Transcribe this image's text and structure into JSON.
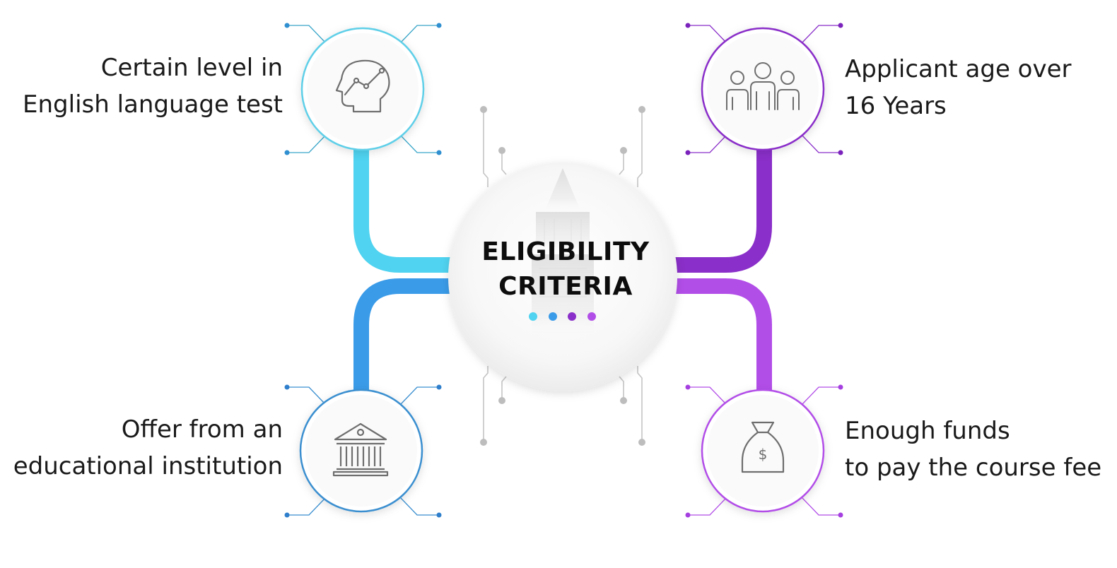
{
  "center": {
    "title_line1": "ELIGIBILITY",
    "title_line2": "CRITERIA"
  },
  "criteria": [
    {
      "line1": "Certain level in",
      "line2": "English language test",
      "icon": "head-chart-icon",
      "color": "#4fd3f0"
    },
    {
      "line1": "Applicant age over",
      "line2": "16 Years",
      "icon": "people-group-icon",
      "color": "#8a2fc9"
    },
    {
      "line1": "Offer from an",
      "line2": "educational institution",
      "icon": "institution-building-icon",
      "color": "#3a9be8"
    },
    {
      "line1": "Enough funds",
      "line2": "to pay the course fee",
      "icon": "money-bag-icon",
      "color": "#b24ee8"
    }
  ],
  "colors": {
    "cyan": "#4fd3f0",
    "blue": "#3a9be8",
    "purple": "#8a2fc9",
    "violet": "#b24ee8",
    "dots": [
      "#4fd3f0",
      "#3a9be8",
      "#8a2fc9",
      "#b24ee8"
    ]
  }
}
